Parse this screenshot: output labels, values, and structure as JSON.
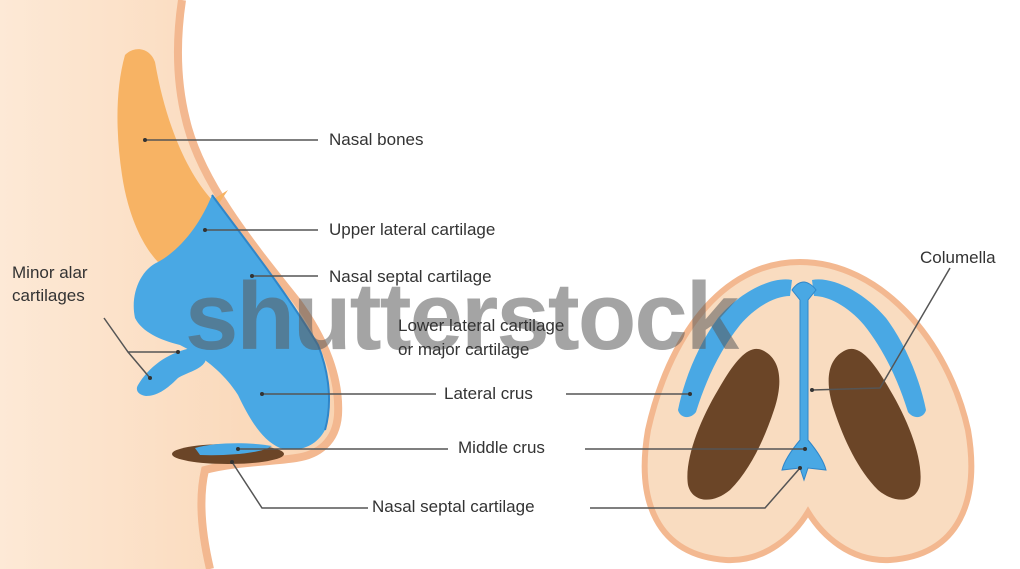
{
  "labels": {
    "nasal_bones": "Nasal bones",
    "upper_lateral_cartilage": "Upper lateral cartilage",
    "nasal_septal_cartilage_upper": "Nasal septal cartilage",
    "minor_alar_line1": "Minor alar",
    "minor_alar_line2": "cartilages",
    "lower_lateral_line1": "Lower lateral cartilage",
    "lower_lateral_line2": "or major cartilage",
    "lateral_crus": "Lateral crus",
    "middle_crus": "Middle crus",
    "nasal_septal_cartilage_lower": "Nasal septal cartilage",
    "columella": "Columella"
  },
  "watermark": "shutterstock",
  "colors": {
    "skin": "#f9dcc0",
    "skin_edge": "#f3b890",
    "bone": "#f7b364",
    "cartilage": "#49a8e4",
    "cartilage_dark": "#2f86c9",
    "nostril": "#6b4527",
    "leader": "#555555"
  }
}
